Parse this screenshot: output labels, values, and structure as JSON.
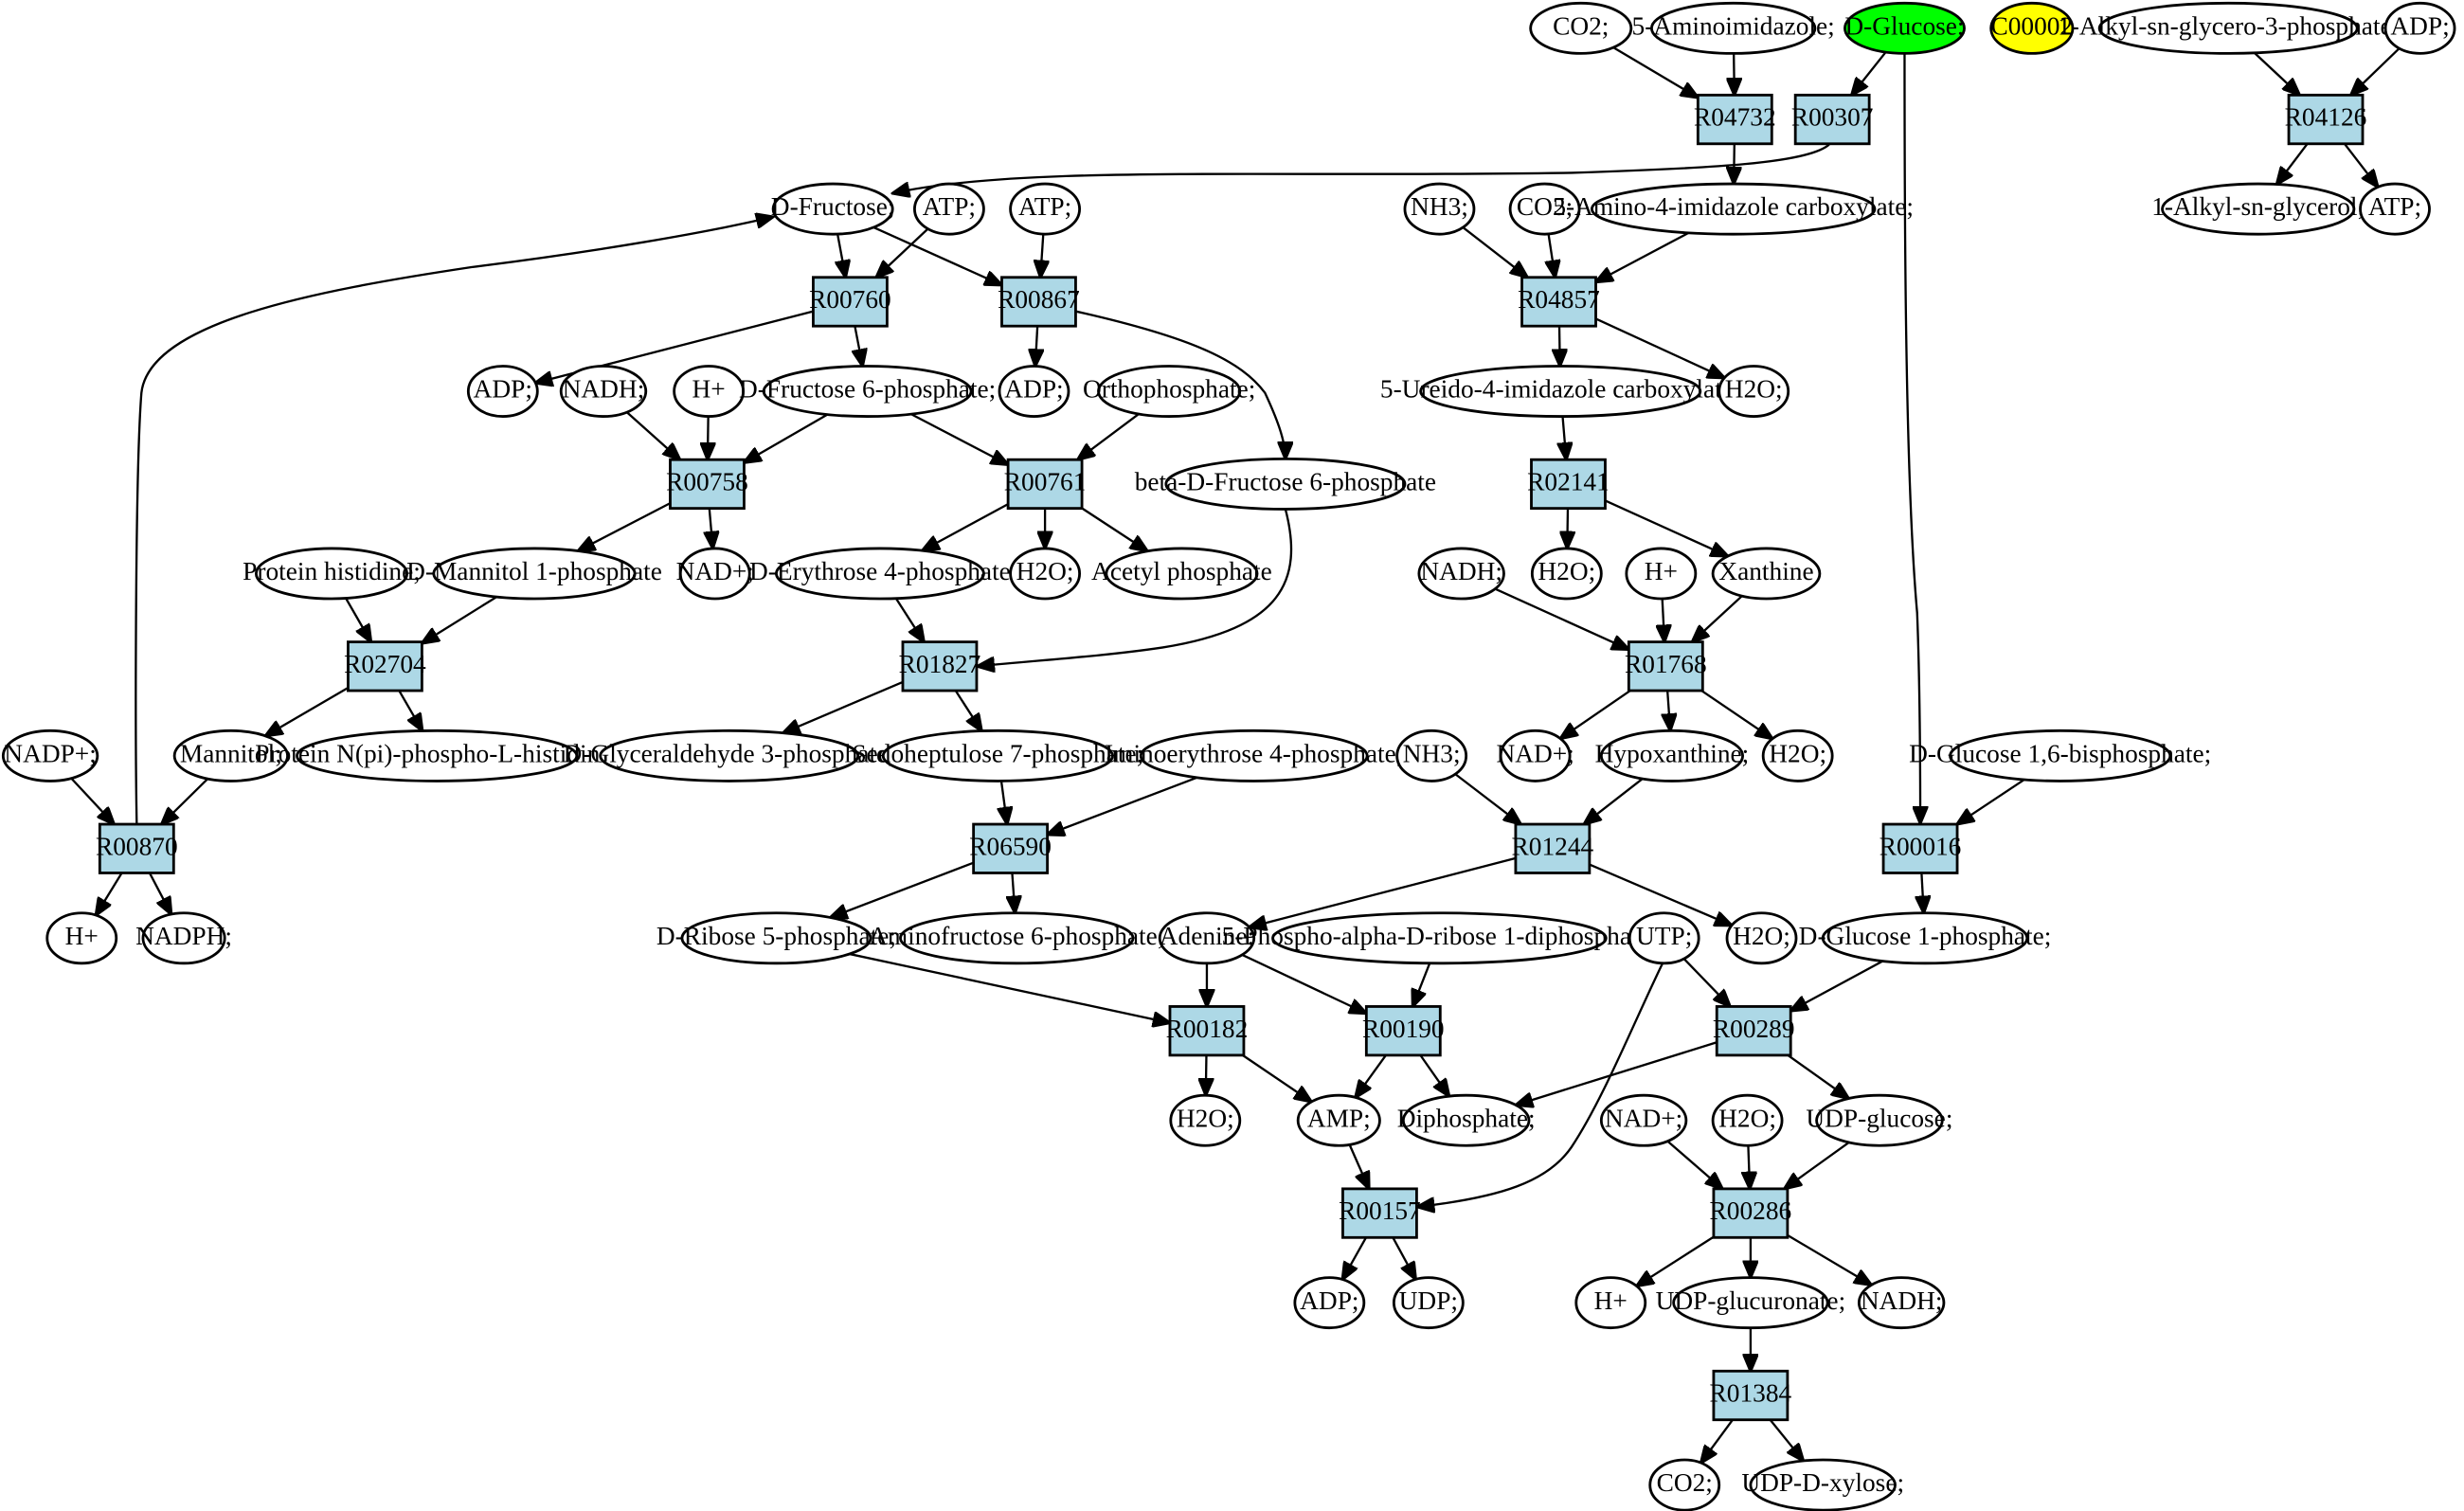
{
  "reactions": {
    "R04732": "R04732",
    "R00307": "R00307",
    "R04126": "R04126",
    "R00760": "R00760",
    "R00867": "R00867",
    "R04857": "R04857",
    "R00758": "R00758",
    "R00761": "R00761",
    "R02141": "R02141",
    "R02704": "R02704",
    "R01827": "R01827",
    "R01768": "R01768",
    "R00870": "R00870",
    "R06590": "R06590",
    "R01244": "R01244",
    "R00016": "R00016",
    "R00182": "R00182",
    "R00190": "R00190",
    "R00289": "R00289",
    "R00157": "R00157",
    "R00286": "R00286",
    "R01384": "R01384"
  },
  "compounds": {
    "co2_a": "CO2;",
    "aminoimidazole": "5-Aminoimidazole;",
    "dglucose": "D-Glucose;",
    "c00002": "C00002",
    "alkylglycero3p": "1-Alkyl-sn-glycero-3-phosphate;",
    "adp_a": "ADP;",
    "dfructose": "D-Fructose;",
    "atp_a": "ATP;",
    "atp_b": "ATP;",
    "nh3_a": "NH3;",
    "co2_b": "CO2;",
    "aminoimidazolecarb": "5-Amino-4-imidazole carboxylate;",
    "alkylglycerol": "1-Alkyl-sn-glycerol;",
    "atp_c": "ATP;",
    "adp_b": "ADP;",
    "nadh_a": "NADH;",
    "hplus_a": "H+",
    "dfructose6p": "D-Fructose 6-phosphate;",
    "adp_c": "ADP;",
    "orthophosphate": "Orthophosphate;",
    "ureido": "5-Ureido-4-imidazole carboxylate;",
    "h2o_a": "H2O;",
    "betafructose6p": "beta-D-Fructose 6-phosphate",
    "proteinhistidine": "Protein histidine;",
    "mannitol1p": "D-Mannitol 1-phosphate",
    "nadplus_a": "NAD+;",
    "erythrose4p": "D-Erythrose 4-phosphate",
    "h2o_b": "H2O;",
    "acetylphosphate": "Acetyl phosphate",
    "nadh_b": "NADH;",
    "h2o_c": "H2O;",
    "hplus_b": "H+",
    "xanthine": "Xanthine",
    "nadpplus": "NADP+;",
    "mannitol": "Mannitol;",
    "proteinnpi": "Protein N(pi)-phospho-L-histidine;",
    "glyceraldehyde3p": "D-Glyceraldehyde 3-phosphate;",
    "sedoheptulose7p": "Sedoheptulose 7-phosphate;",
    "iminoerythrose4p": "Iminoerythrose 4-phosphate;",
    "nh3_b": "NH3;",
    "nadplus_b": "NAD+;",
    "hypoxanthine": "Hypoxanthine;",
    "h2o_d": "H2O;",
    "dglucose16bp": "D-Glucose 1,6-bisphosphate;",
    "hplus_c": "H+",
    "nadph": "NADPH;",
    "dribose5p": "D-Ribose 5-phosphate;",
    "aminofructose6p": "Aminofructose 6-phosphate;",
    "adenine": "Adenine;",
    "prpp": "5-Phospho-alpha-D-ribose 1-diphosphate;",
    "utp": "UTP;",
    "h2o_e": "H2O;",
    "dglucose1p": "D-Glucose 1-phosphate;",
    "h2o_f": "H2O;",
    "amp": "AMP;",
    "diphosphate": "Diphosphate;",
    "nadplus_c": "NAD+;",
    "h2o_g": "H2O;",
    "udpglucose": "UDP-glucose;",
    "adp_d": "ADP;",
    "udp": "UDP;",
    "hplus_d": "H+",
    "udpglucuronate": "UDP-glucuronate;",
    "nadh_c": "NADH;",
    "co2_c": "CO2;",
    "udpxylose": "UDP-D-xylose;"
  },
  "colors": {
    "reaction_fill": "#add8e6",
    "start_compound_fill": "#00ff00",
    "highlight_compound_fill": "#ffff00",
    "compound_fill": "#ffffff",
    "stroke": "#000000"
  }
}
